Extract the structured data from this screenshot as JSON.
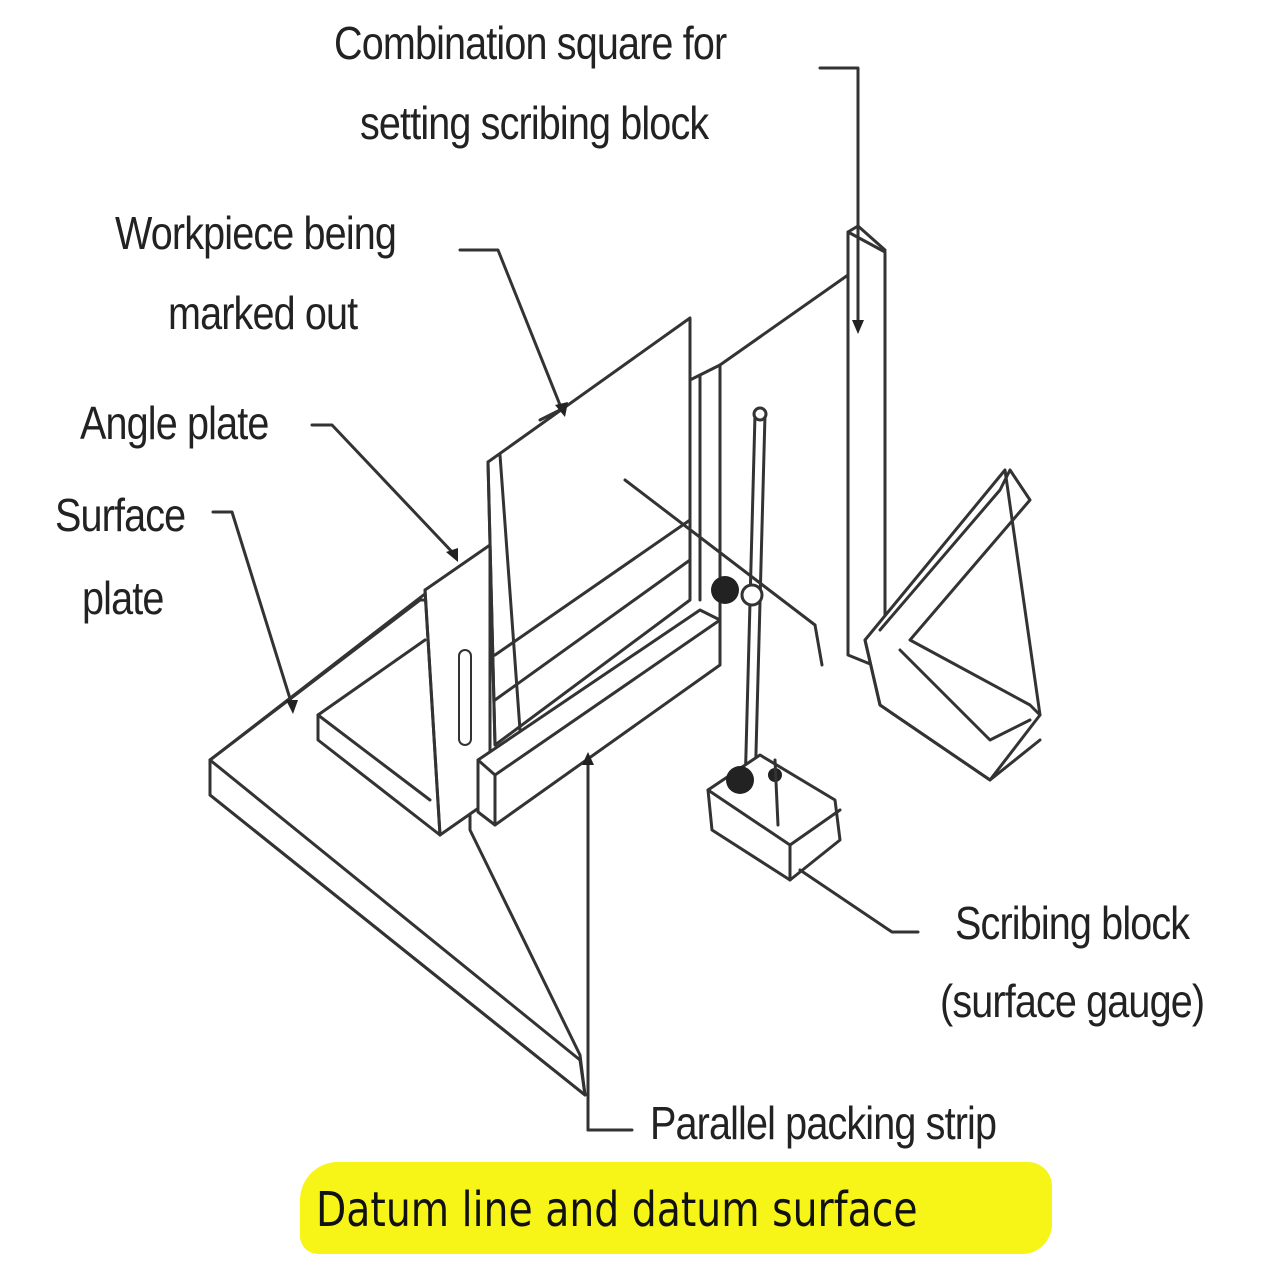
{
  "labels": {
    "combination_square_line1": "Combination square for",
    "combination_square_line2": "setting scribing block",
    "workpiece_line1": "Workpiece being",
    "workpiece_line2": "marked out",
    "angle_plate": "Angle plate",
    "surface_plate_line1": "Surface",
    "surface_plate_line2": "plate",
    "scribing_block_line1": "Scribing block",
    "scribing_block_line2": "(surface gauge)",
    "parallel_packing_strip": "Parallel packing strip"
  },
  "caption": "Datum line and datum surface",
  "colors": {
    "highlight": "#f7f518",
    "line": "#333333",
    "text": "#222222"
  }
}
